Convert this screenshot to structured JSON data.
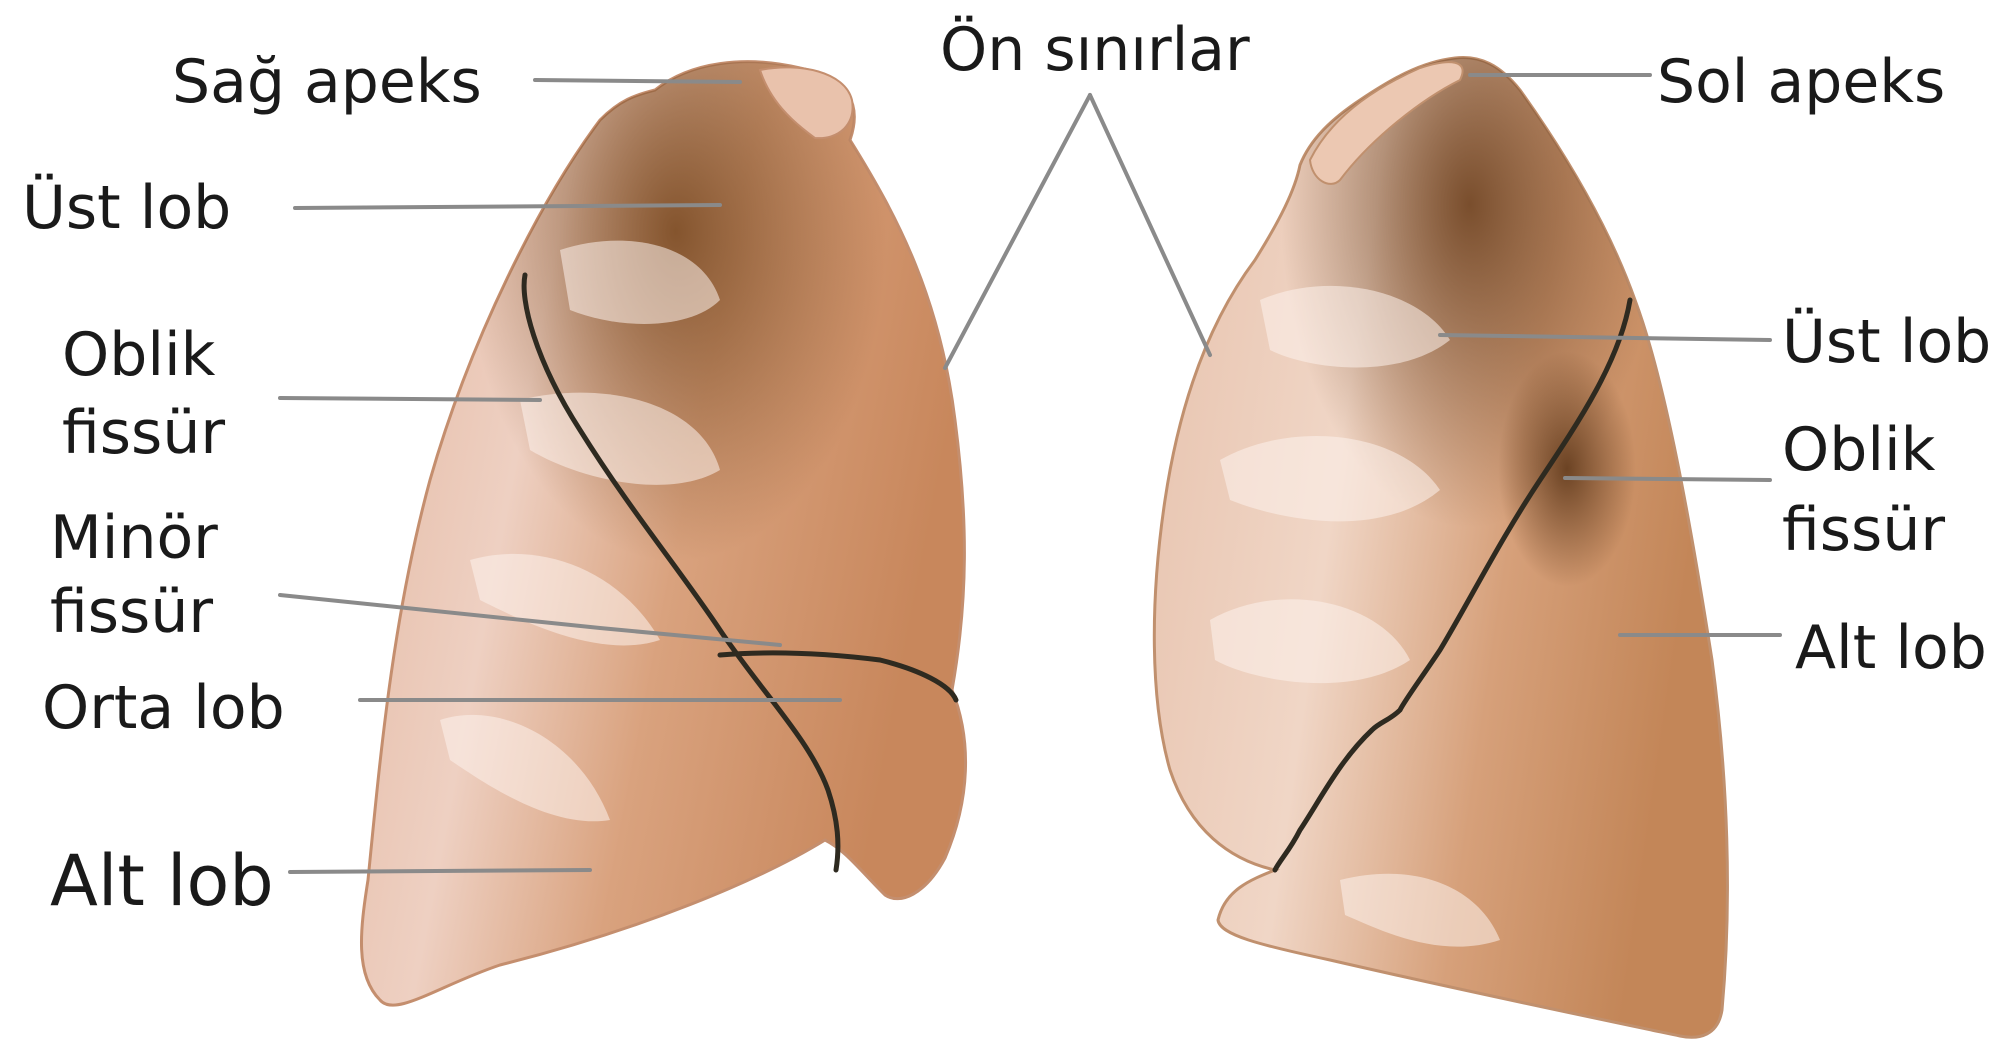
{
  "labels": {
    "right_apex": "Sağ apeks",
    "right_upper_lobe": "Üst lob",
    "right_oblique_fissure_line1": "Oblik",
    "right_oblique_fissure_line2": "fissür",
    "minor_fissure_line1": "Minör",
    "minor_fissure_line2": "fissür",
    "middle_lobe": "Orta lob",
    "right_lower_lobe": "Alt lob",
    "anterior_borders": "Ön sınırlar",
    "left_apex": "Sol apeks",
    "left_upper_lobe": "Üst lob",
    "left_oblique_fissure_line1": "Oblik",
    "left_oblique_fissure_line2": "fissür",
    "left_lower_lobe": "Alt lob"
  },
  "colors": {
    "lung_base": "#d9a88c",
    "lung_light": "#f4ddd2",
    "lung_dark": "#8a5a2e",
    "fissure": "#2e2a20",
    "leader_line": "#8a8a8a",
    "text": "#1a1a1a"
  }
}
